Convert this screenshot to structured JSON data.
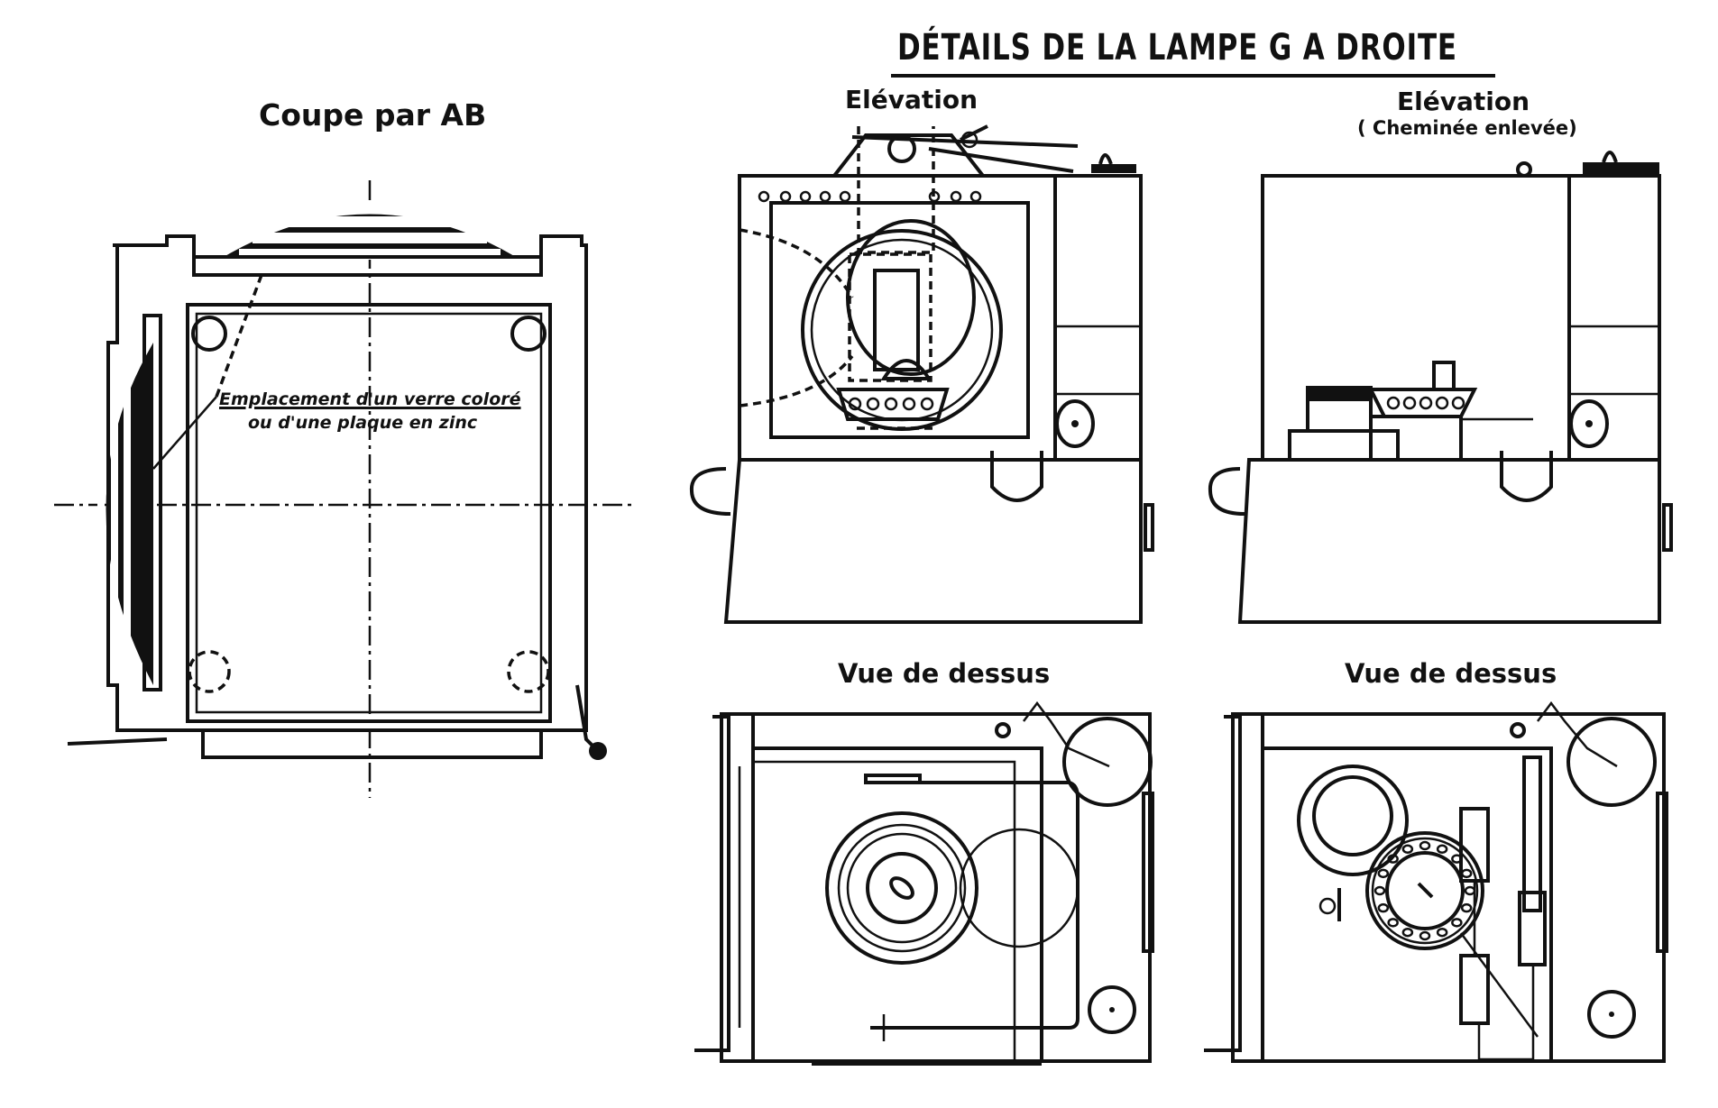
{
  "document": {
    "title": "DÉTAILS DE LA LAMPE G A DROITE",
    "views": {
      "section": {
        "label": "Coupe par AB",
        "annotation_line1": "Emplacement d'un verre coloré",
        "annotation_line2": "ou d'une plaque en zinc"
      },
      "elevation_front": {
        "label": "Elévation"
      },
      "elevation_no_chimney": {
        "label": "Elévation",
        "sublabel": "( Cheminée enlevée)"
      },
      "top_view_1": {
        "label": "Vue de dessus"
      },
      "top_view_2": {
        "label": "Vue de dessus"
      }
    },
    "colors": {
      "ink": "#111111",
      "paper": "#ffffff"
    }
  }
}
